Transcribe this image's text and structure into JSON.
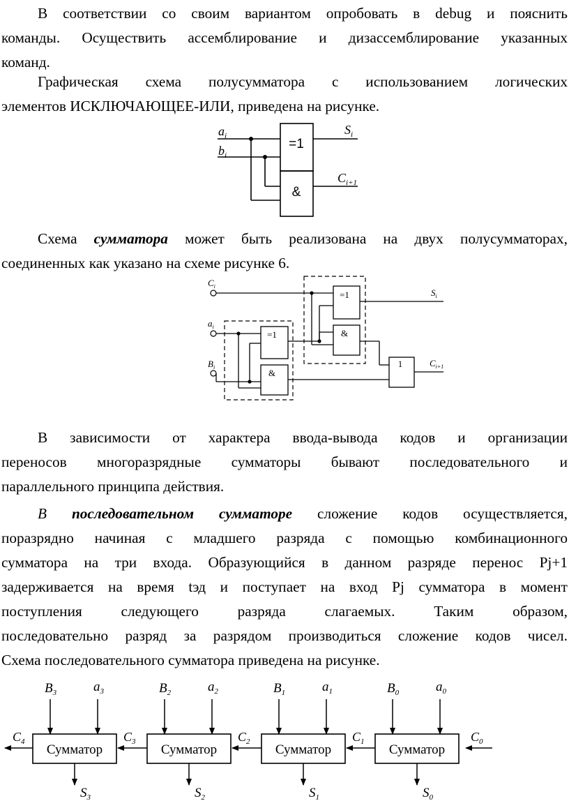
{
  "paragraphs": {
    "p1": {
      "l1": "В соответствии со своим вариантом опробовать в debug и пояснить",
      "l2": "команды. Осуществить ассемблирование и дизассемблирование указанных",
      "l3": "команд."
    },
    "p2": {
      "l1": "Графическая схема полусумматора с использованием логических",
      "l2": "элементов ИСКЛЮЧАЮЩЕЕ-ИЛИ, приведена на рисунке."
    },
    "p3": {
      "l1_a": "Схема ",
      "l1_b": "сумматора",
      "l1_c": " может быть реализована на двух полусумматорах,",
      "l2": "соединенных как указано на схеме рисунке 6."
    },
    "p4": {
      "l1": "В зависимости от характера ввода-вывода кодов и организации",
      "l2": "переносов многоразрядные сумматоры бывают последовательного и",
      "l3": "параллельного принципа действия."
    },
    "p5": {
      "l1_a": "В ",
      "l1_b": "последовательном сумматоре",
      "l1_c": " сложение кодов осуществляется,",
      "l2": "поразрядно начиная с младшего разряда с помощью комбинационного",
      "l3": "сумматора на три входа. Образующийся в данном разряде перенос Pj+1",
      "l4": "задерживается на время tэд и поступает на вход Pj сумматора в момент",
      "l5": "поступления следующего разряда слагаемых. Таким образом,",
      "l6": "последовательно разряд за разрядом производиться сложение кодов чисел.",
      "l7": "Схема последовательного сумматора приведена на рисунке."
    }
  },
  "fig1": {
    "in_a": "a",
    "in_a_sub": "i",
    "in_b": "b",
    "in_b_sub": "i",
    "out_s": "S",
    "out_s_sub": "i",
    "out_c": "C",
    "out_c_sub": "i+1",
    "gate_xor": "=1",
    "gate_and": "&"
  },
  "fig2": {
    "in_c": "C",
    "in_c_sub": "i",
    "in_a": "a",
    "in_a_sub": "i",
    "in_b": "B",
    "in_b_sub": "i",
    "out_s": "S",
    "out_s_sub": "i",
    "out_c": "C",
    "out_c_sub": "i+1",
    "xor1": "=1",
    "and1": "&",
    "xor2": "=1",
    "and2": "&",
    "or": "1"
  },
  "fig3": {
    "block_label": "Сумматор",
    "stages": [
      {
        "B": "B",
        "B_sub": "3",
        "a": "a",
        "a_sub": "3",
        "S": "S",
        "S_sub": "3",
        "Cout": "C",
        "Cout_sub": "4"
      },
      {
        "B": "B",
        "B_sub": "2",
        "a": "a",
        "a_sub": "2",
        "S": "S",
        "S_sub": "2",
        "Cout": "C",
        "Cout_sub": "3"
      },
      {
        "B": "B",
        "B_sub": "1",
        "a": "a",
        "a_sub": "1",
        "S": "S",
        "S_sub": "1",
        "Cout": "C",
        "Cout_sub": "2"
      },
      {
        "B": "B",
        "B_sub": "0",
        "a": "a",
        "a_sub": "0",
        "S": "S",
        "S_sub": "0",
        "Cout": "C",
        "Cout_sub": "1"
      }
    ],
    "c_in": "C",
    "c_in_sub": "0"
  }
}
